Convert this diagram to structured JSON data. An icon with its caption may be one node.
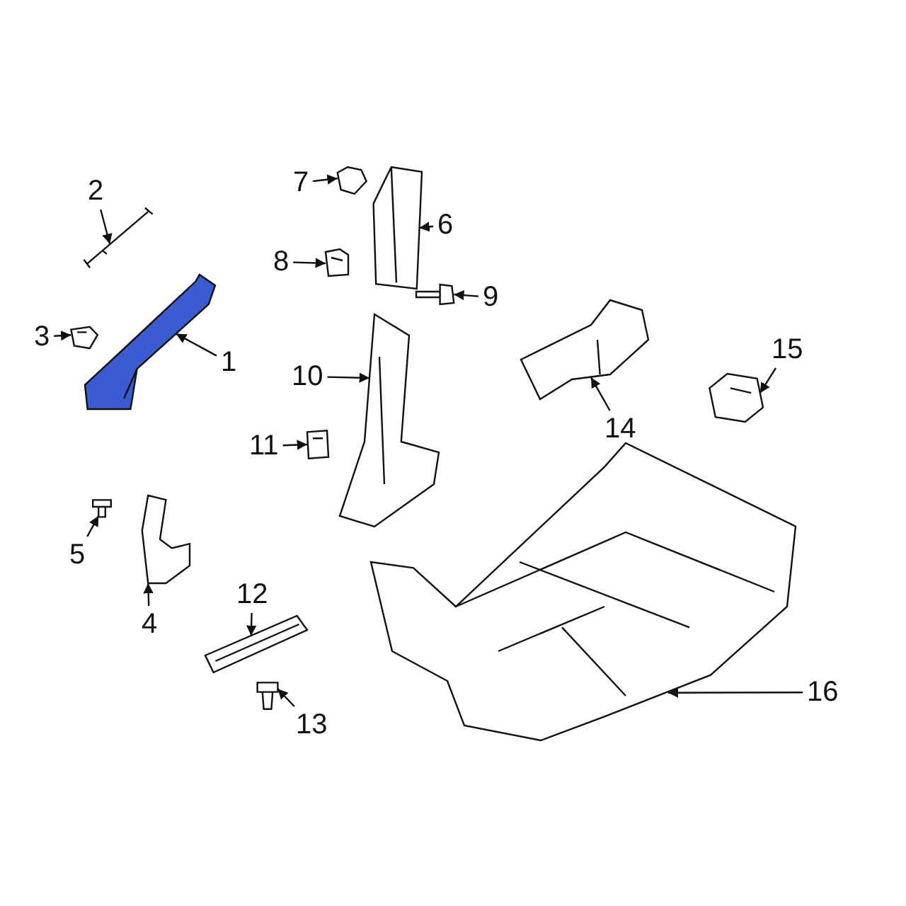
{
  "diagram": {
    "nodes": [
      {
        "text": [
          "1"
        ]
      },
      {
        "text": [
          "2"
        ]
      },
      {
        "text": [
          "3"
        ]
      },
      {
        "text": [
          "4"
        ]
      },
      {
        "text": [
          "5"
        ]
      },
      {
        "text": [
          "6"
        ]
      },
      {
        "text": [
          "7"
        ]
      },
      {
        "text": [
          "8"
        ]
      },
      {
        "text": [
          "9"
        ]
      },
      {
        "text": [
          "10"
        ]
      },
      {
        "text": [
          "11"
        ]
      },
      {
        "text": [
          "12"
        ]
      },
      {
        "text": [
          "13"
        ]
      },
      {
        "text": [
          "14"
        ]
      },
      {
        "text": [
          "15"
        ]
      },
      {
        "text": [
          "16"
        ]
      },
      {
        "text": [],
        "shape": "picture"
      },
      {
        "text": [],
        "shape": "picture"
      },
      {
        "text": [],
        "shape": "picture"
      },
      {
        "text": [],
        "shape": "picture"
      },
      {
        "text": [],
        "shape": "picture"
      },
      {
        "text": [],
        "shape": "picture"
      },
      {
        "text": [],
        "shape": "picture"
      },
      {
        "text": [],
        "shape": "picture"
      },
      {
        "text": [],
        "shape": "picture"
      },
      {
        "text": [],
        "shape": "picture"
      },
      {
        "text": [],
        "shape": "picture"
      },
      {
        "text": [],
        "shape": "picture"
      },
      {
        "text": [],
        "shape": "picture"
      },
      {
        "text": [],
        "shape": "picture"
      },
      {
        "text": [],
        "shape": "picture"
      },
      {
        "text": [],
        "shape": "picture"
      }
    ],
    "edges": [
      {
        "from": 0,
        "to": 16,
        "arrow": "to"
      },
      {
        "from": 1,
        "to": 17,
        "arrow": "to"
      },
      {
        "from": 2,
        "to": 18,
        "arrow": "to"
      },
      {
        "from": 3,
        "to": 19,
        "arrow": "to"
      },
      {
        "from": 4,
        "to": 20,
        "arrow": "to"
      },
      {
        "from": 5,
        "to": 21,
        "arrow": "to"
      },
      {
        "from": 6,
        "to": 22,
        "arrow": "to"
      },
      {
        "from": 7,
        "to": 23,
        "arrow": "to"
      },
      {
        "from": 8,
        "to": 24,
        "arrow": "to"
      },
      {
        "from": 9,
        "to": 25,
        "arrow": "to"
      },
      {
        "from": 10,
        "to": 26,
        "arrow": "to"
      },
      {
        "from": 11,
        "to": 27,
        "arrow": "to"
      },
      {
        "from": 12,
        "to": 28,
        "arrow": "to"
      },
      {
        "from": 13,
        "to": 29,
        "arrow": "to"
      },
      {
        "from": 14,
        "to": 30,
        "arrow": "to"
      },
      {
        "from": 15,
        "to": 31,
        "arrow": "to"
      }
    ]
  }
}
